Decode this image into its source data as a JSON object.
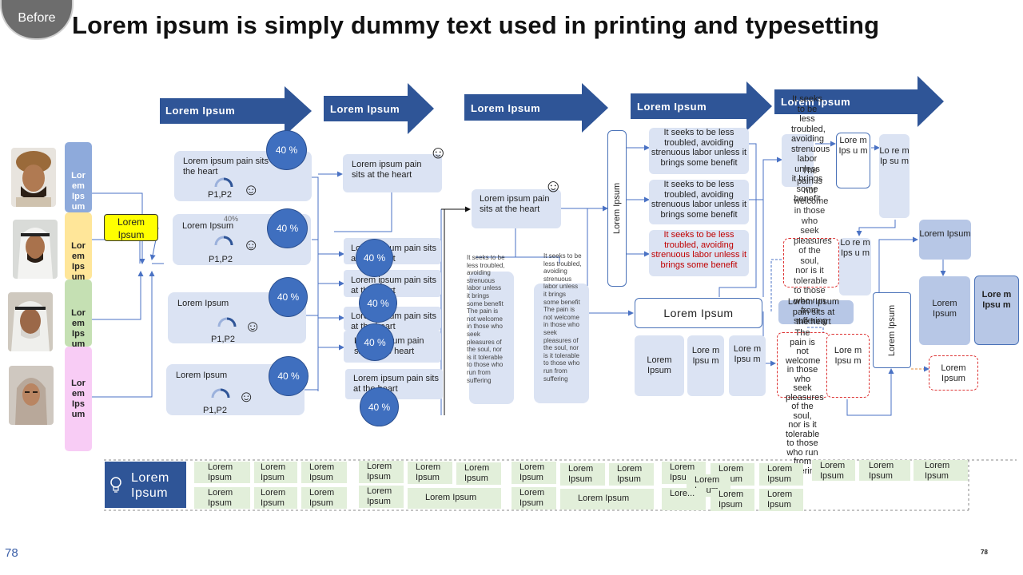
{
  "header": {
    "badge": "Before",
    "title": "Lorem ipsum is simply dummy text used in printing and typesetting",
    "page_number_left": "78",
    "page_number_right": "78"
  },
  "colors": {
    "primary_blue": "#2f5597",
    "light_blue_card": "#dbe3f3",
    "circle_blue": "#3f6fbf",
    "green_cell": "#e2efda",
    "dashed_red": "#dd3333",
    "yellow": "#ffff00"
  },
  "stage_arrows": [
    "Lorem Ipsum",
    "Lorem Ipsum",
    "Lorem Ipsum",
    "Lorem Ipsum",
    "Lorem Ipsum"
  ],
  "personas": [
    {
      "label": "Lor em Ips um",
      "color": "#8eaadb",
      "icon": "man-turban-avatar"
    },
    {
      "label": "Lor em Ips um",
      "color": "#ffe699",
      "icon": "man-keffiyeh-avatar"
    },
    {
      "label": "Lor em Ips um",
      "color": "#c5e0b3",
      "icon": "elder-man-avatar"
    },
    {
      "label": "Lor em Ips um",
      "color": "#f8ccf5",
      "icon": "woman-hijab-avatar"
    }
  ],
  "yellow_note": "Lorem Ipsum",
  "stage1": {
    "cards": [
      {
        "text": "Lorem ipsum pain sits at the heart",
        "gauge": "P1,P2"
      },
      {
        "text": "Lorem Ipsum",
        "gauge": "P1,P2",
        "percent_label": "40%"
      },
      {
        "text": "Lorem Ipsum",
        "gauge": "P1,P2"
      },
      {
        "text": "Lorem Ipsum",
        "gauge": "P1,P2"
      }
    ],
    "circles": [
      "40 %",
      "40 %",
      "40 %",
      "40 %"
    ]
  },
  "stage2": {
    "top_card": "Lorem ipsum pain sits at the heart",
    "cards": [
      "Lorem ipsum pain sits at the heart",
      "Lorem ipsum pain sits at the heart",
      "Lorem ipsum pain sits at the heart",
      "Lorem ipsum pain sits at the heart",
      "Lorem ipsum pain sits at the heart"
    ],
    "circles": [
      "40 %",
      "40 %",
      "40 %",
      "40 %"
    ]
  },
  "stage3": {
    "card": "Lorem ipsum pain sits at the heart",
    "columns": [
      "It seeks to be less troubled, avoiding strenuous labor unless it brings some benefit The pain is not welcome in those who seek pleasures of the soul, nor is it tolerable to those who run from suffering",
      "It seeks to be less troubled, avoiding strenuous labor unless it brings some benefit The pain is not welcome in those who seek pleasures of the soul, nor is it tolerable to those who run from suffering"
    ]
  },
  "stage4": {
    "vertical_label": "Lorem Ipsum",
    "benefits": [
      {
        "text": "It seeks to be less troubled, avoiding strenuous labor unless it brings some benefit",
        "color": "#222222"
      },
      {
        "text": "It seeks to be less troubled, avoiding strenuous labor unless it brings some benefit",
        "color": "#222222"
      },
      {
        "text": "It seeks to be less troubled, avoiding strenuous labor unless it brings some benefit",
        "color": "#c00000"
      }
    ],
    "wide_box": "Lorem Ipsum",
    "small_boxes": [
      "Lorem Ipsum",
      "Lore m Ipsu m",
      "Lore m Ipsu m"
    ]
  },
  "stage5": {
    "overflow_text_a": "It seeks to be less troubled, avoiding strenuous labor unless it brings some benefit",
    "overflow_text_b": "The pain is not welcome in those who seek pleasures of the soul, nor is it tolerable to those who run from suffering",
    "overflow_text_c": "The pain is not welcome in those who seek pleasures of the soul, nor is it tolerable to those who run from suffering",
    "overflow_text_d": "Lorem Ipsum pain sits at the heart",
    "outlined_box": "Lore m Ips u m",
    "tall_box": "Lo re m Ip su m",
    "small_box": "Lo re m Ips u m",
    "dashed_box": "Lore m Ipsu m",
    "vertical_label": "Lorem Ipsum",
    "dashed_right": "Lorem Ipsum",
    "right_top": "Lorem Ipsum",
    "right_mid": "Lorem Ipsum",
    "right_big": "Lore m Ipsu m"
  },
  "bottom_bar": {
    "label": "Lorem Ipsum",
    "icon": "lightbulb-icon",
    "cells": [
      "Lorem Ipsum",
      "Lorem Ipsum",
      "Lorem Ipsum",
      "Lorem Ipsum",
      "Lorem Ipsum",
      "Lorem Ipsum",
      "Lorem Ipsum",
      "Lorem Ipsum",
      "Lorem Ipsum",
      "Lorem Ipsum",
      "Lorem Ipsum",
      "Lorem Ipsum",
      "Lorem Ipsum",
      "Lorem Ipsum",
      "Lorem Ipsum",
      "Lorem Ipsum",
      "Lorem Ipsum",
      "Lorem Ipsum",
      "Lorem Ipsum",
      "Lorem Ipsum",
      "Lorem Ipsum",
      "Lorem Ipsum",
      "Lorem Ipsum",
      "Lorem Ipsum",
      "Lorem Ipsum",
      "Lorem Ipsum",
      "Lore..."
    ]
  }
}
